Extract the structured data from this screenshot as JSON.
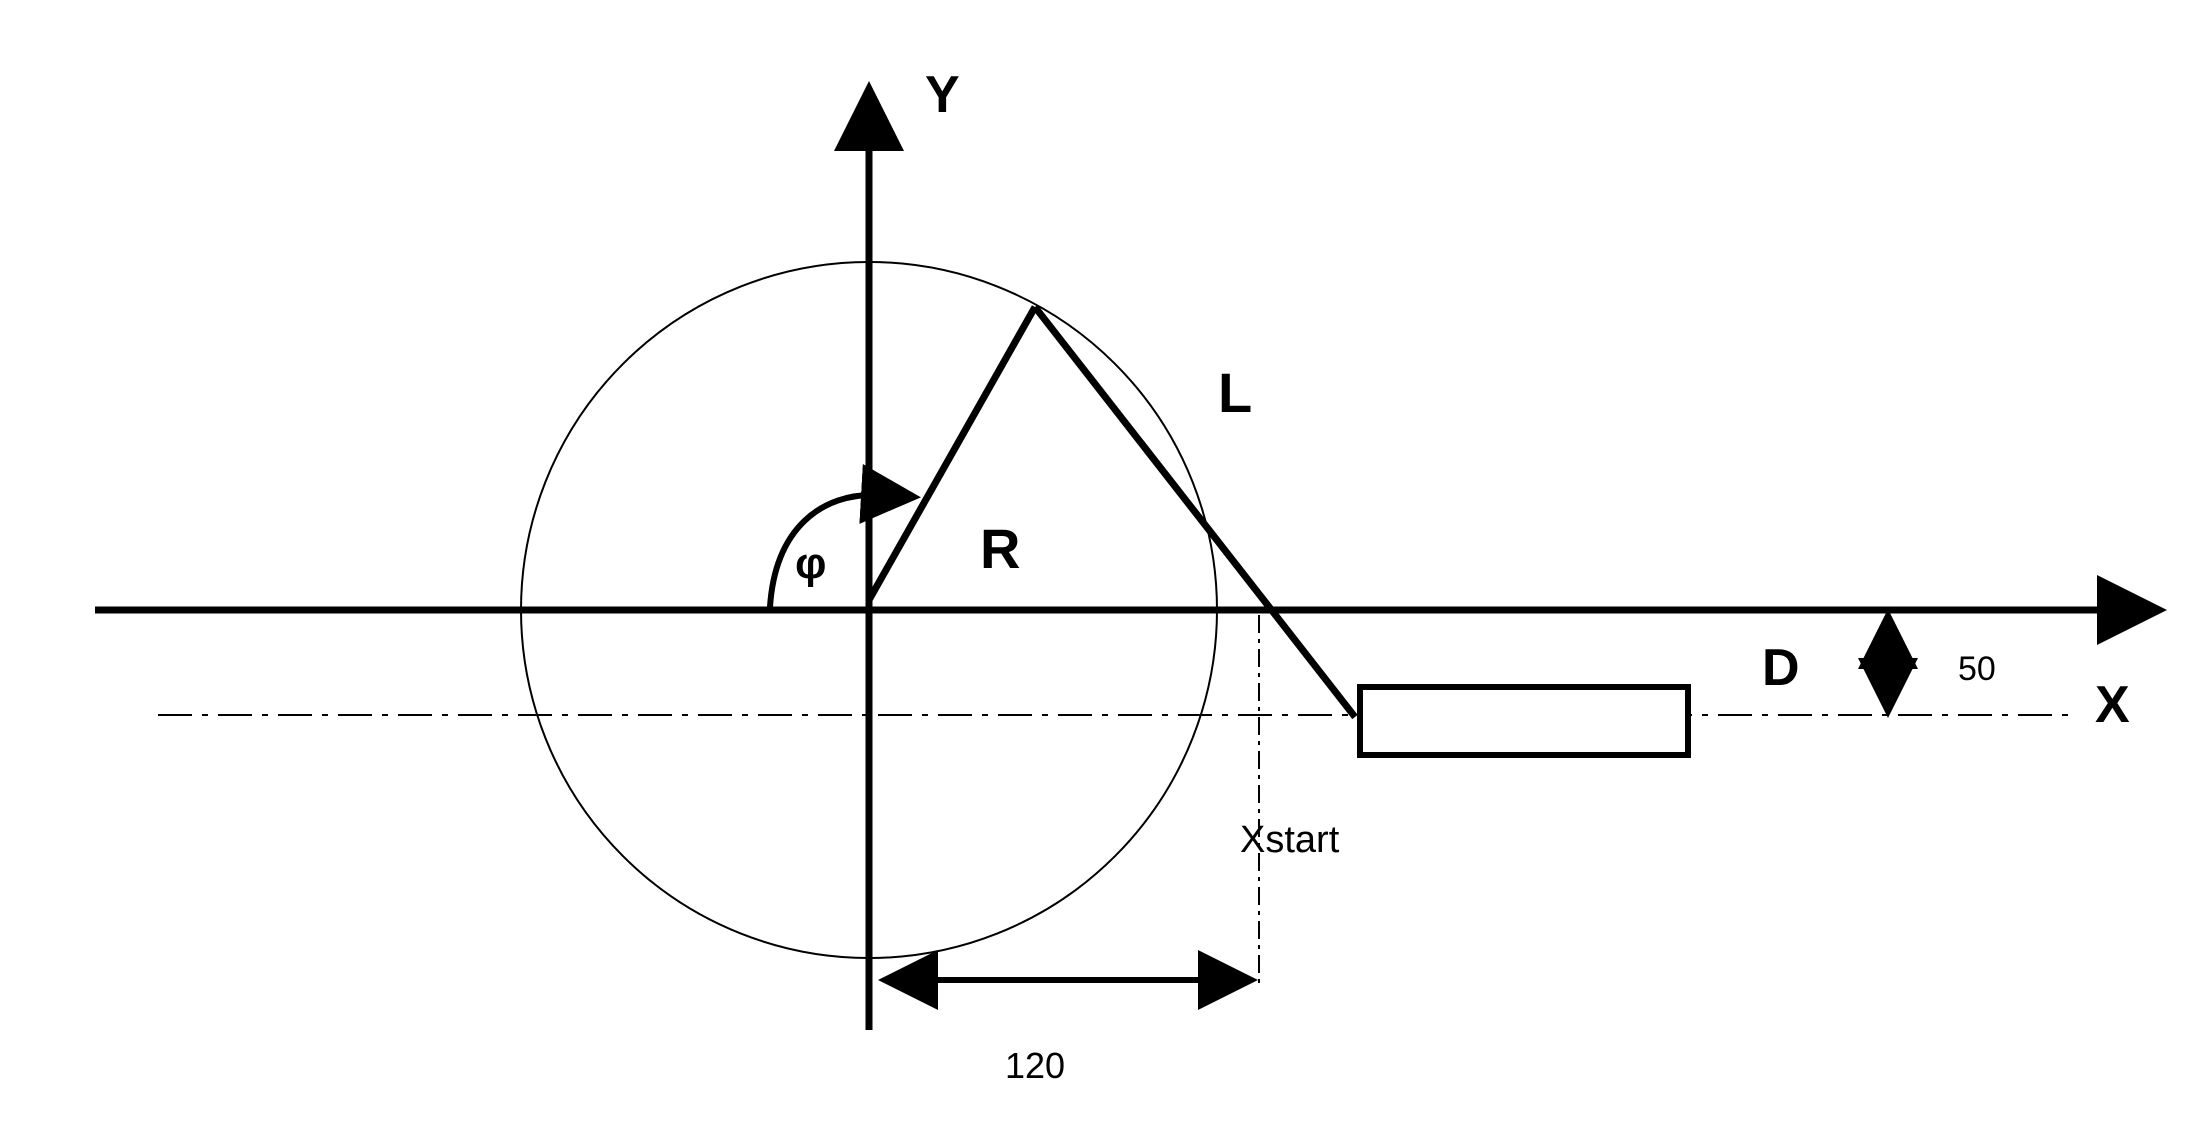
{
  "labels": {
    "y_axis": "Y",
    "x_axis": "X",
    "length": "L",
    "radius": "R",
    "angle": "φ",
    "offset": "D",
    "offset_value": "50",
    "x_start": "Xstart",
    "x_start_value": "120"
  },
  "colors": {
    "line": "#000000",
    "background": "#ffffff"
  }
}
